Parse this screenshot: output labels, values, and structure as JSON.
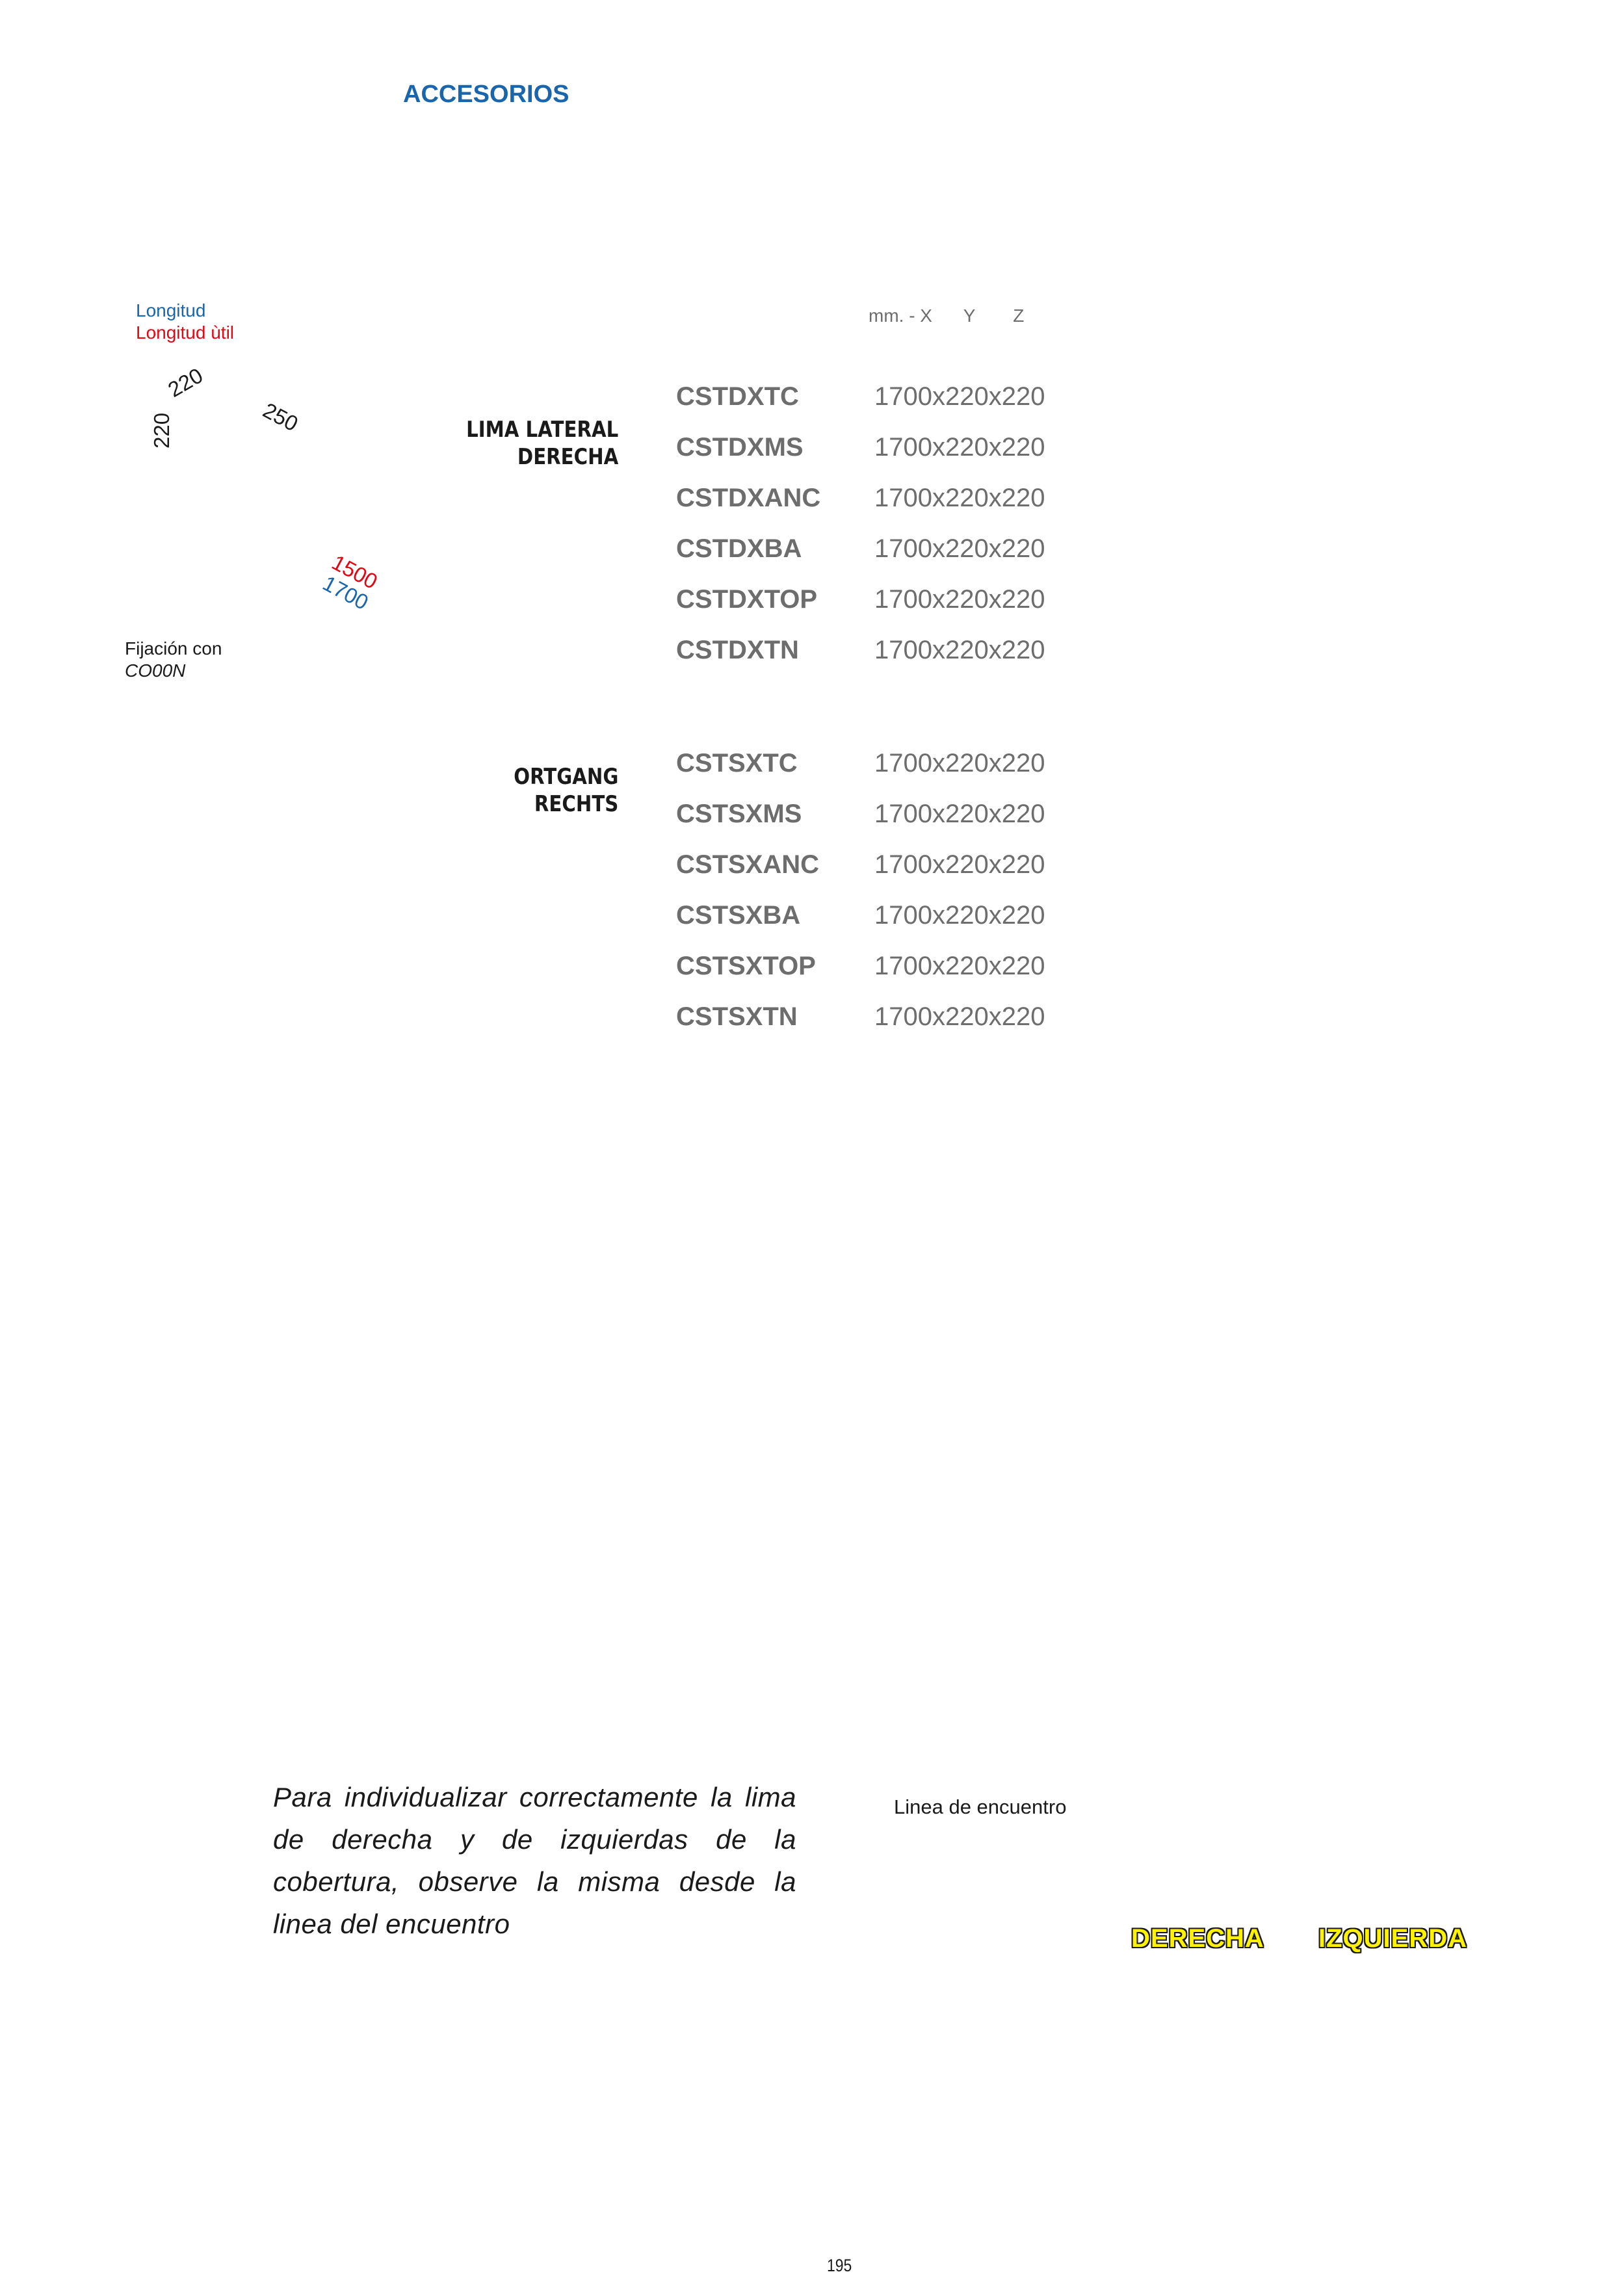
{
  "header": {
    "title": "ACCESORIOS"
  },
  "legend": {
    "length": "Longitud",
    "useful_length": "Longitud ùtil"
  },
  "dimensions": {
    "d1": "220",
    "d2": "220",
    "d3": "250",
    "d4": "1500",
    "d5": "1700"
  },
  "fixing": {
    "label": "Fijación con",
    "code": "CO00N"
  },
  "units": {
    "prefix": "mm. - X",
    "y": "Y",
    "z": "Z"
  },
  "groups": [
    {
      "title_line1": "LIMA LATERAL",
      "title_line2": "DERECHA",
      "items": [
        {
          "code": "CSTDXTC",
          "size": "1700x220x220"
        },
        {
          "code": "CSTDXMS",
          "size": "1700x220x220"
        },
        {
          "code": "CSTDXANC",
          "size": "1700x220x220"
        },
        {
          "code": "CSTDXBA",
          "size": "1700x220x220"
        },
        {
          "code": "CSTDXTOP",
          "size": "1700x220x220"
        },
        {
          "code": "CSTDXTN",
          "size": "1700x220x220"
        }
      ]
    },
    {
      "title_line1": "ORTGANG",
      "title_line2": "RECHTS",
      "items": [
        {
          "code": "CSTSXTC",
          "size": "1700x220x220"
        },
        {
          "code": "CSTSXMS",
          "size": "1700x220x220"
        },
        {
          "code": "CSTSXANC",
          "size": "1700x220x220"
        },
        {
          "code": "CSTSXBA",
          "size": "1700x220x220"
        },
        {
          "code": "CSTSXTOP",
          "size": "1700x220x220"
        },
        {
          "code": "CSTSXTN",
          "size": "1700x220x220"
        }
      ]
    }
  ],
  "note": "Para individualizar correctamente la lima de derecha y de izquierdas de la cobertura, observe la misma desde la linea del encuentro",
  "encounter_label": "Linea de encuentro",
  "tags": {
    "right": "DERECHA",
    "left": "IZQUIERDA"
  },
  "page_number": "195",
  "colors": {
    "blue": "#1a66ad",
    "red": "#e30613",
    "gray": "#6d6d6d",
    "yellow": "#fff200"
  }
}
